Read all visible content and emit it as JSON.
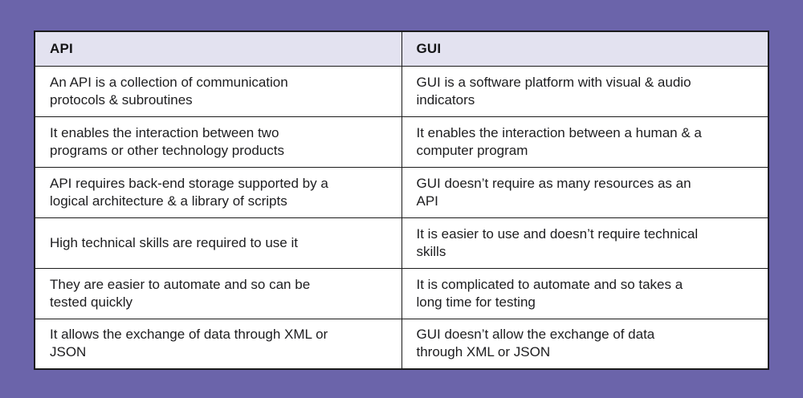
{
  "title": "API vs GUI comparison table",
  "colors": {
    "page_background": "#6b64aa",
    "header_background": "#e3e2f0",
    "cell_background": "#ffffff",
    "border": "#1b1b1b",
    "text": "#1d1d1f"
  },
  "table": {
    "columns": [
      {
        "label": "API"
      },
      {
        "label": "GUI"
      }
    ],
    "rows": [
      {
        "cells": [
          "An API is a collection of communication\nprotocols & subroutines",
          "GUI is a software platform with visual & audio\nindicators"
        ]
      },
      {
        "cells": [
          "It enables the interaction between two\nprograms or other technology products",
          "It enables the interaction between a human & a\ncomputer program"
        ]
      },
      {
        "cells": [
          "API requires back-end storage supported by a\nlogical architecture & a library of scripts",
          "GUI doesn’t require as many resources as an\nAPI"
        ]
      },
      {
        "cells": [
          "High technical skills are required to use it",
          "It is easier to use and doesn’t require technical\nskills"
        ]
      },
      {
        "cells": [
          "They are easier to automate and so can be\ntested quickly",
          "It is complicated to automate and so takes a\nlong time for testing"
        ]
      },
      {
        "cells": [
          "It allows the exchange of data through XML or\nJSON",
          "GUI doesn’t allow the exchange of data\nthrough XML or JSON"
        ]
      }
    ]
  }
}
